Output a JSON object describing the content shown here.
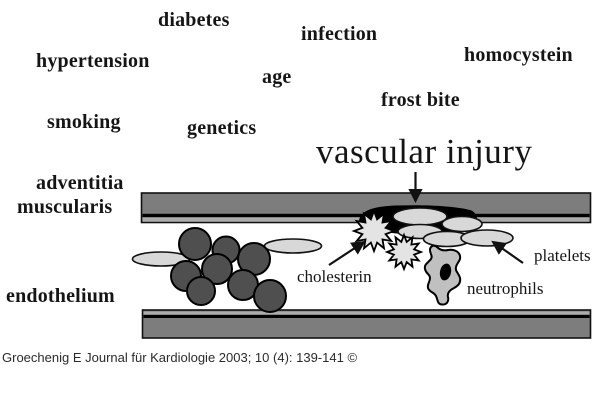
{
  "title": "vascular injury",
  "risk_factors": {
    "diabetes": "diabetes",
    "hypertension": "hypertension",
    "age": "age",
    "smoking": "smoking",
    "genetics": "genetics",
    "infection": "infection",
    "homocystein": "homocystein",
    "frost_bite": "frost bite"
  },
  "vessel_layers": {
    "adventitia": "adventitia",
    "muscularis": "muscularis",
    "endothelium": "endothelium"
  },
  "annotations": {
    "cholesterin": "cholesterin",
    "platelets": "platelets",
    "neutrophils": "neutrophils"
  },
  "caption": "Groechenig E Journal für Kardiologie 2003; 10 (4): 139-141 ©",
  "colors": {
    "wall_gray": "#7d7d7d",
    "endothelium_gray": "#ababab",
    "thrombus_black": "#000000",
    "platelet_light_gray": "#d8d8d8",
    "cell_dark_gray": "#4f4f4f",
    "crystal_light_gray": "#e4e4e4",
    "neutrophil_gray": "#c0c0c0",
    "text_black": "#151515"
  }
}
